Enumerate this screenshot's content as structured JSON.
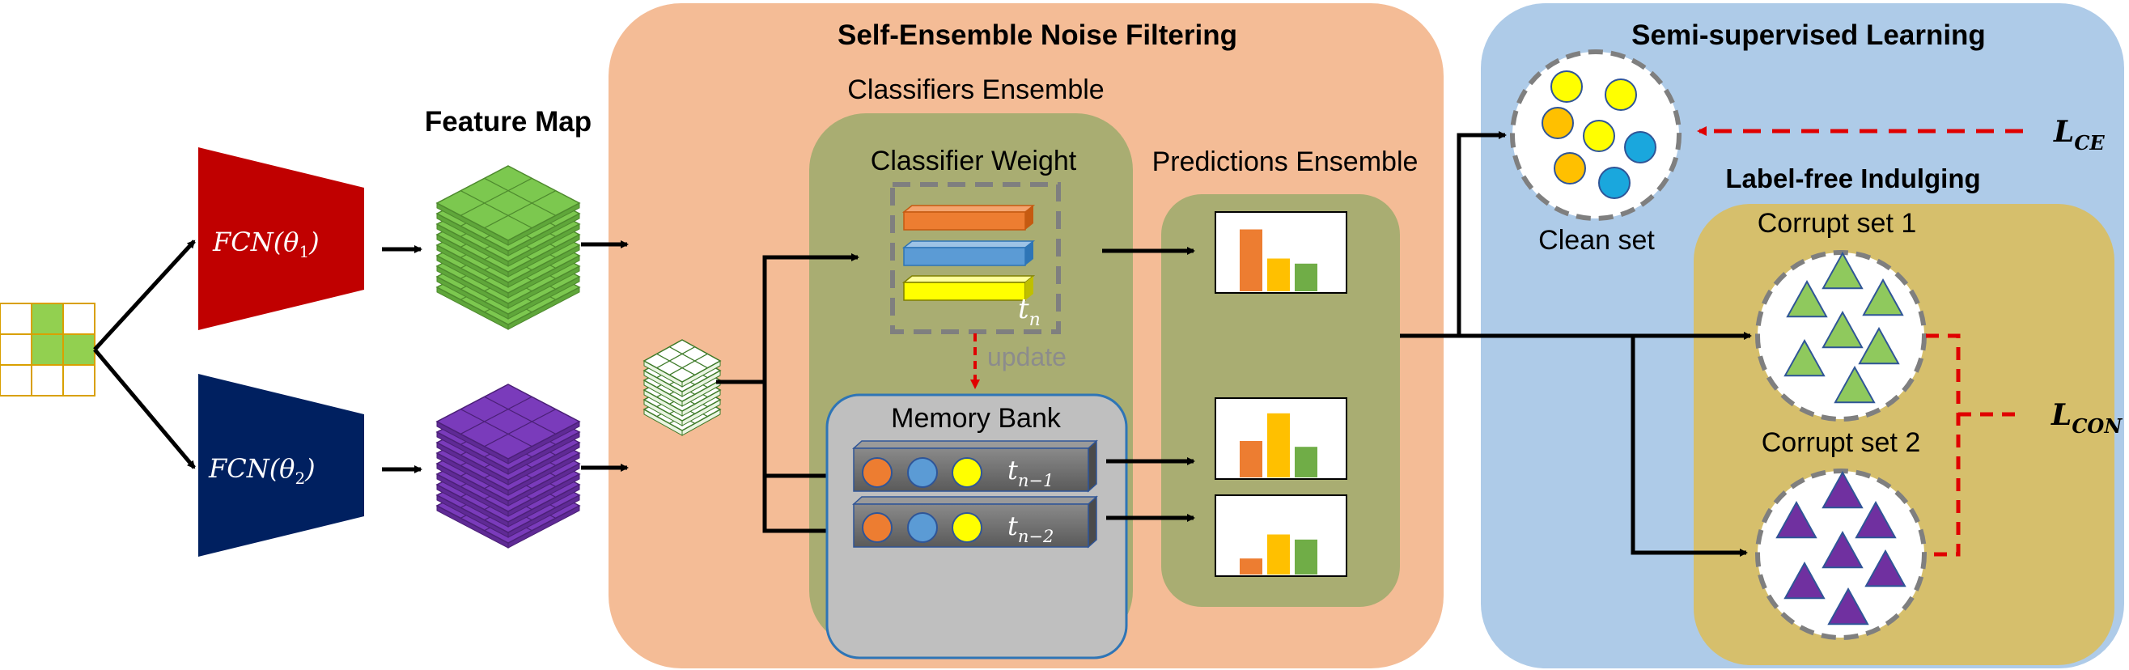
{
  "labels": {
    "feature_map": "Feature Map",
    "self_ensemble": "Self-Ensemble Noise Filtering",
    "classifiers_ensemble": "Classifiers Ensemble",
    "classifier_weight": "Classifier Weight",
    "predictions_ensemble": "Predictions Ensemble",
    "update": "update",
    "memory_bank": "Memory Bank",
    "semi_supervised": "Semi-supervised Learning",
    "clean_set": "Clean set",
    "label_free": "Label-free Indulging",
    "corrupt_set_1": "Corrupt set 1",
    "corrupt_set_2": "Corrupt set 2"
  },
  "networks": [
    {
      "name": "FCN",
      "param": "θ",
      "sub": "1",
      "color": "#c00000"
    },
    {
      "name": "FCN",
      "param": "θ",
      "sub": "2",
      "color": "#002060"
    }
  ],
  "time_labels": {
    "t": "t",
    "n": "n",
    "n1": "n−1",
    "n2": "n−2"
  },
  "losses": {
    "ce": {
      "L": "L",
      "sub": "CE"
    },
    "con": {
      "L": "L",
      "sub": "CON"
    }
  },
  "predictions": [
    {
      "values": [
        0.85,
        0.45,
        0.38
      ]
    },
    {
      "values": [
        0.5,
        0.88,
        0.42
      ]
    },
    {
      "values": [
        0.22,
        0.55,
        0.48
      ]
    }
  ],
  "colors": {
    "self_ensemble_bg": "#f4bc96",
    "semi_supervised_bg": "#aecbe8",
    "olive_panel": "#a9ad72",
    "label_free_bg": "#d6bf6c",
    "memory_bank_bg": "#bfbfbf",
    "green_feature": "#7cc84f",
    "purple_feature": "#7a3bbb",
    "orange": "#ed7d31",
    "blue": "#5b9bd5",
    "yellow": "#ffff00",
    "gold": "#ffc000",
    "green": "#70ad47",
    "cyan": "#1aa7dd",
    "triangle_green": "#8fc95d",
    "triangle_purple": "#7030a0",
    "red_dash": "#e00000"
  }
}
